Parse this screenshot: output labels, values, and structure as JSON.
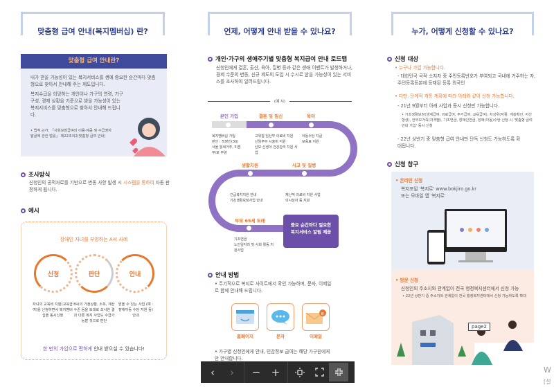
{
  "page1": {
    "title": "맞춤형 급여 안내(복지멤버십) 란?",
    "box_title": "맞춤형 급여 안내란?",
    "box_p1": "내가 받을 가능성이 있는 복지서비스를 생애 중요한 순간마다 맞춤형으로 찾아서 안내해 주는 제도입니다.",
    "box_p2": "복지수급을 희망하는 개인이나 가구의 연령, 가구구성, 경제 상황을 기준으로 받을 가능성이 있는 복지서비스를 맞춤형으로 찾아서 안내해 드립니다.",
    "box_note": "• 법적 근거: 「사회보장급여의 이용·제공 및 수급권자 발굴에 관한 법률」 제22조의2(맞춤형 급여 안내)",
    "survey_heading": "조사방식",
    "survey_text_a": "신청인의 공적자료를 기반으로 변동 사항 발생 시 ",
    "survey_text_hl": "시스템을 통하여",
    "survey_text_b": " 자동 판정하게 됩니다.",
    "example_heading": "예시",
    "example_title": "장애인 자녀를 부양하는 A씨 사례",
    "steps": [
      {
        "label": "신청",
        "desc": "자녀의 교육비 지원(교육급여)을 신청하면서 복지멤버십을 동시신청"
      },
      {
        "label": "판단",
        "desc": "B씨의 가정상황, 소득, 재산 수준 등을 토대로 조사한 결과 다른 복지 사업도 수급가능할 것으로 판단"
      },
      {
        "label": "안내",
        "desc": "받을 수 있는 사업 (예 : 장애아동 수당 지원 등) 안내"
      }
    ],
    "footer_hl": "한 번의 가입으로 편하게",
    "footer_rest": " 안내 받으실 수 있습니다!"
  },
  "page2": {
    "title": "언제, 어떻게 안내 받을 수 있나요?",
    "roadmap_heading": "개인·가구의 생애주기별 맞춤형 복지급여 안내 로드맵",
    "roadmap_text": "신청인에게 결혼, 출산, 육아, 질병 등과 같은 생애 이벤트가 발생하거나, 경제 수준의 변동, 신규 제도의 도입 시 수시로 받을 가능성이 있는 서비스를 조사하여 알려드립니다.",
    "example_label": "(예 시)",
    "stages": [
      {
        "label": "본인 가입",
        "items": [
          "복지멤버십 가입",
          "본인 : 직장인(30)",
          "서울 월세거주, 미혼",
          "부/모 부양"
        ]
      },
      {
        "label": "결혼 및 임신",
        "items": [
          "고위험 임산부 의료비 지원",
          "난임부부 시술비 지원",
          "산모 신생아 건강관리 지원 사업"
        ]
      },
      {
        "label": "육아",
        "items": [
          "아동수당 지급",
          "보육료 지원"
        ]
      },
      {
        "label": "사고 및 질병",
        "items": [
          "재난적 의료비 지원 사업",
          "의사상자 등 지원"
        ]
      },
      {
        "label": "생활지원",
        "items": [
          "긴급복지지원 안내",
          "기초생활보장사업 안내"
        ]
      },
      {
        "label": "부모 65세 도래",
        "items": [
          "기초연금",
          "노인일자리 및 사회 활동 지원사업"
        ]
      }
    ],
    "callout": "중요 순간마다 필요한 복지서비스 알림 제공",
    "method_heading": "안내 방법",
    "method_text": "• 주기적으로 복지로 사이트에서 확인 가능하며, 문자, 이메일로 함께 안내해 드립니다.",
    "channels": [
      "홈페이지",
      "문자",
      "이메일"
    ],
    "method_note": "• 가구별 신청인에게 안내, 민감정보 급여는 해당 가구원에게만 안내합니다."
  },
  "page3": {
    "title": "누가, 어떻게 신청할 수 있나요?",
    "target_heading": "신청 대상",
    "t1": "• 누구나 가입 가능합니다.",
    "t1_sub": "- 대한민국 국적 소지자 중 주민등록번호가 부여되고 국내에 거주하는 자, 주민등록등본에 등재된 등록 외국인",
    "t2": "• 다만, 단계적 개통 계획에 따라 아래와 같이 신청 가능합니다.",
    "t2_sub1": "- 21년 9월부터 아래 사업과 동시 신청만 가능합니다.",
    "t2_detail": "• 기초생활보장(생계급여, 의료급여, 주거급여, 교육급여), 차상위(자활, 계층확인, 자산형성), 한부모가족(자격별), 기초연금, 장애인연금, 장애(아동)수당 신청 시 '맞춤형 급여 안내 가입' 동시 신청",
    "t2_sub2": "- 22년 상반기 중 맞춤형 급여 안내만 단독 신청도 가능하도록 확대됩니다.",
    "channel_heading": "신청 창구",
    "online_title": "• 온라인 신청",
    "online_text": "복지포털 '복지로' www.bokjiro.go.kr 또는 모바일 앱 '복지로'",
    "visit_title": "• 방문 신청",
    "visit_text": "신청인의 주소지와 관계없이 전국 행정복지센터에서 신청 가능",
    "visit_note": "• 22년 상반기 중 주소지와 관계없이 전국 행정복지센터에서 신청 가능하도록 확대",
    "page_label": "page2"
  },
  "side_text": [
    "W",
    "[설"
  ],
  "toolbar": {
    "buttons": [
      "previous-page",
      "next-page",
      "zoom-out",
      "zoom-in",
      "fit-page",
      "fullscreen",
      "exit-fullscreen"
    ]
  },
  "colors": {
    "navy": "#2d3e8c",
    "orange": "#e8772e",
    "purple": "#7254b3",
    "toolbar": "#2b2b2b"
  }
}
